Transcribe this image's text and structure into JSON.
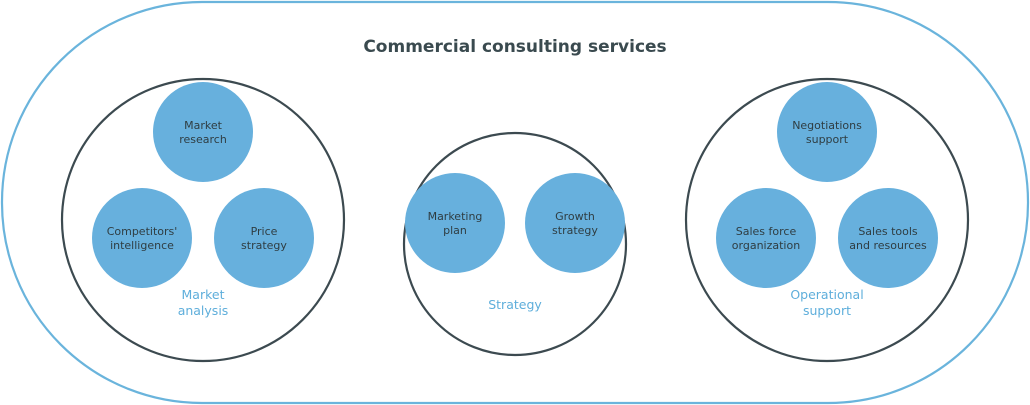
{
  "title": "Commercial consulting services",
  "colors": {
    "outline_blue": "#6ab4dc",
    "bubble_fill": "#67b0dd",
    "group_ring": "#3c4a50",
    "title": "#3a4a4f",
    "label_blue": "#5eaedb"
  },
  "groups": [
    {
      "label_lines": [
        "Market",
        "analysis"
      ],
      "items": [
        {
          "lines": [
            "Market",
            "research"
          ]
        },
        {
          "lines": [
            "Competitors'",
            "intelligence"
          ]
        },
        {
          "lines": [
            "Price",
            "strategy"
          ]
        }
      ]
    },
    {
      "label_lines": [
        "Strategy"
      ],
      "items": [
        {
          "lines": [
            "Marketing",
            "plan"
          ]
        },
        {
          "lines": [
            "Growth",
            "strategy"
          ]
        }
      ]
    },
    {
      "label_lines": [
        "Operational",
        "support"
      ],
      "items": [
        {
          "lines": [
            "Negotiations",
            "support"
          ]
        },
        {
          "lines": [
            "Sales force",
            "organization"
          ]
        },
        {
          "lines": [
            "Sales tools",
            "and resources"
          ]
        }
      ]
    }
  ]
}
